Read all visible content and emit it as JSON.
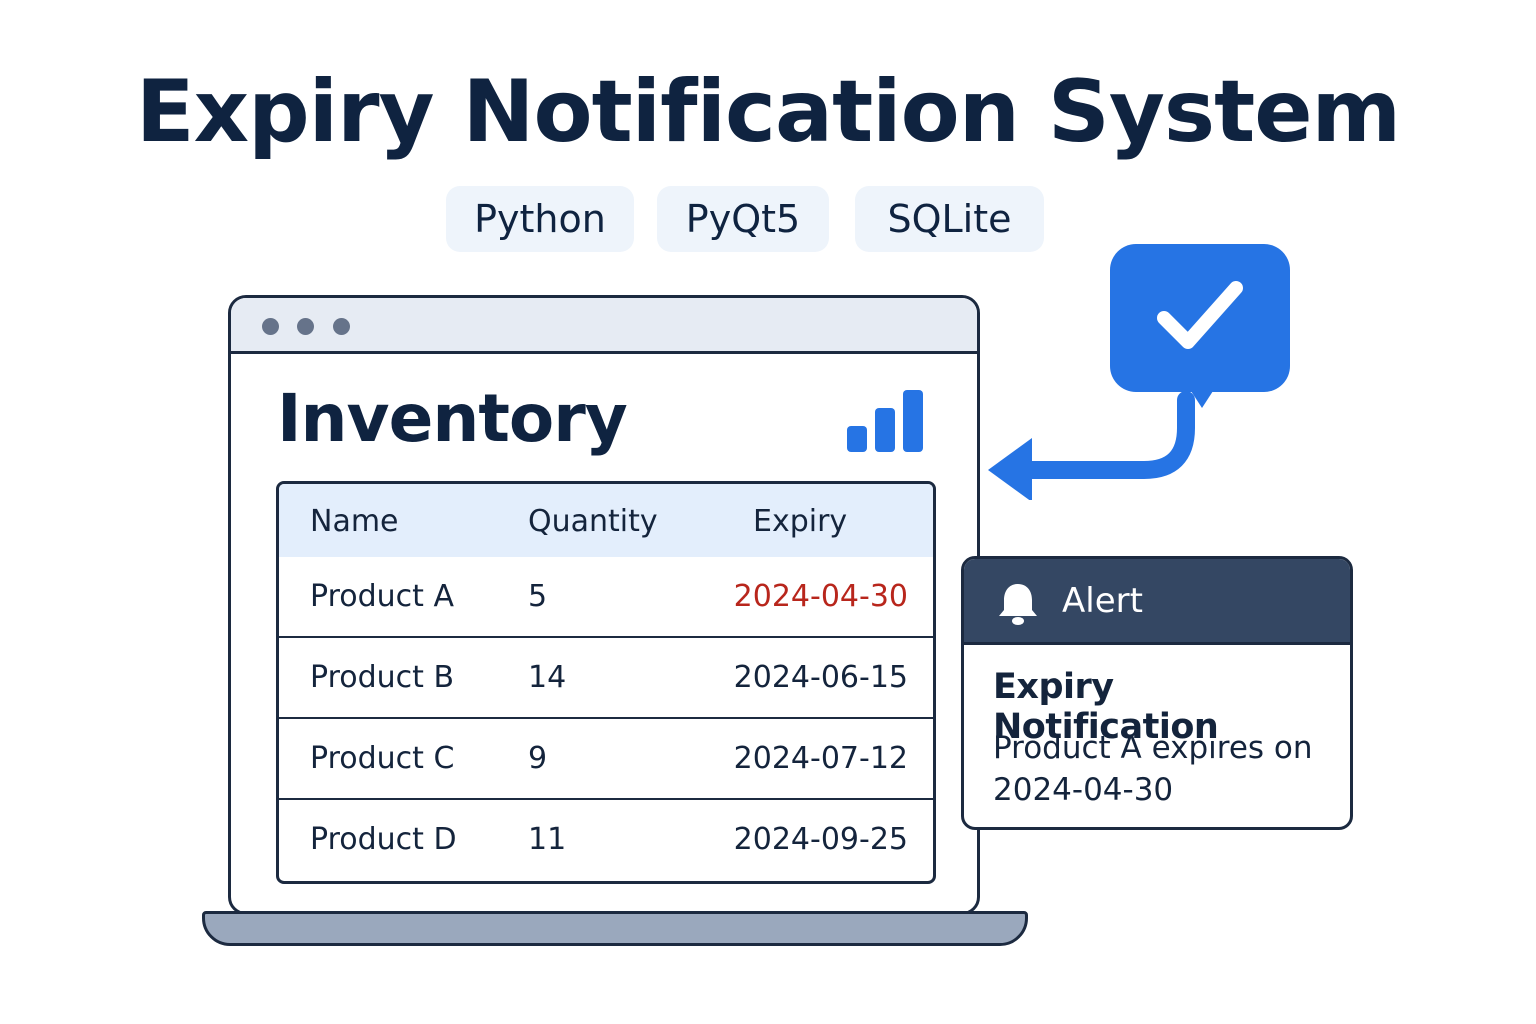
{
  "title": "Expiry Notification System",
  "tech_tags": [
    "Python",
    "PyQt5",
    "SQLite"
  ],
  "window": {
    "title": "Inventory",
    "table": {
      "headers": [
        "Name",
        "Quantity",
        "Expiry"
      ],
      "rows": [
        {
          "name": "Product A",
          "quantity": "5",
          "expiry": "2024-04-30",
          "expired": true
        },
        {
          "name": "Product B",
          "quantity": "14",
          "expiry": "2024-06-15",
          "expired": false
        },
        {
          "name": "Product C",
          "quantity": "9",
          "expiry": "2024-07-12",
          "expired": false
        },
        {
          "name": "Product D",
          "quantity": "11",
          "expiry": "2024-09-25",
          "expired": false
        }
      ]
    },
    "chart_icon": "bar-chart-icon"
  },
  "notification_icon": "check-bubble-icon",
  "alert": {
    "title": "Alert",
    "icon": "bell-icon",
    "heading": "Expiry Notification",
    "message": "Product A expires on 2024-04-30"
  },
  "colors": {
    "accent": "#2674e4",
    "expired": "#b8261c",
    "alert_header": "#344763",
    "table_header": "#e3eefc"
  }
}
